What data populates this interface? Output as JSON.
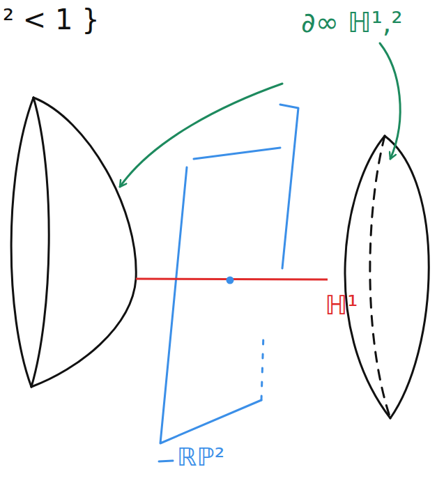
{
  "diagram": {
    "labels": [
      "² < 1 }",
      "∂∞ ℍ¹,²",
      "ℍ¹",
      "ℝℙ²"
    ]
  }
}
